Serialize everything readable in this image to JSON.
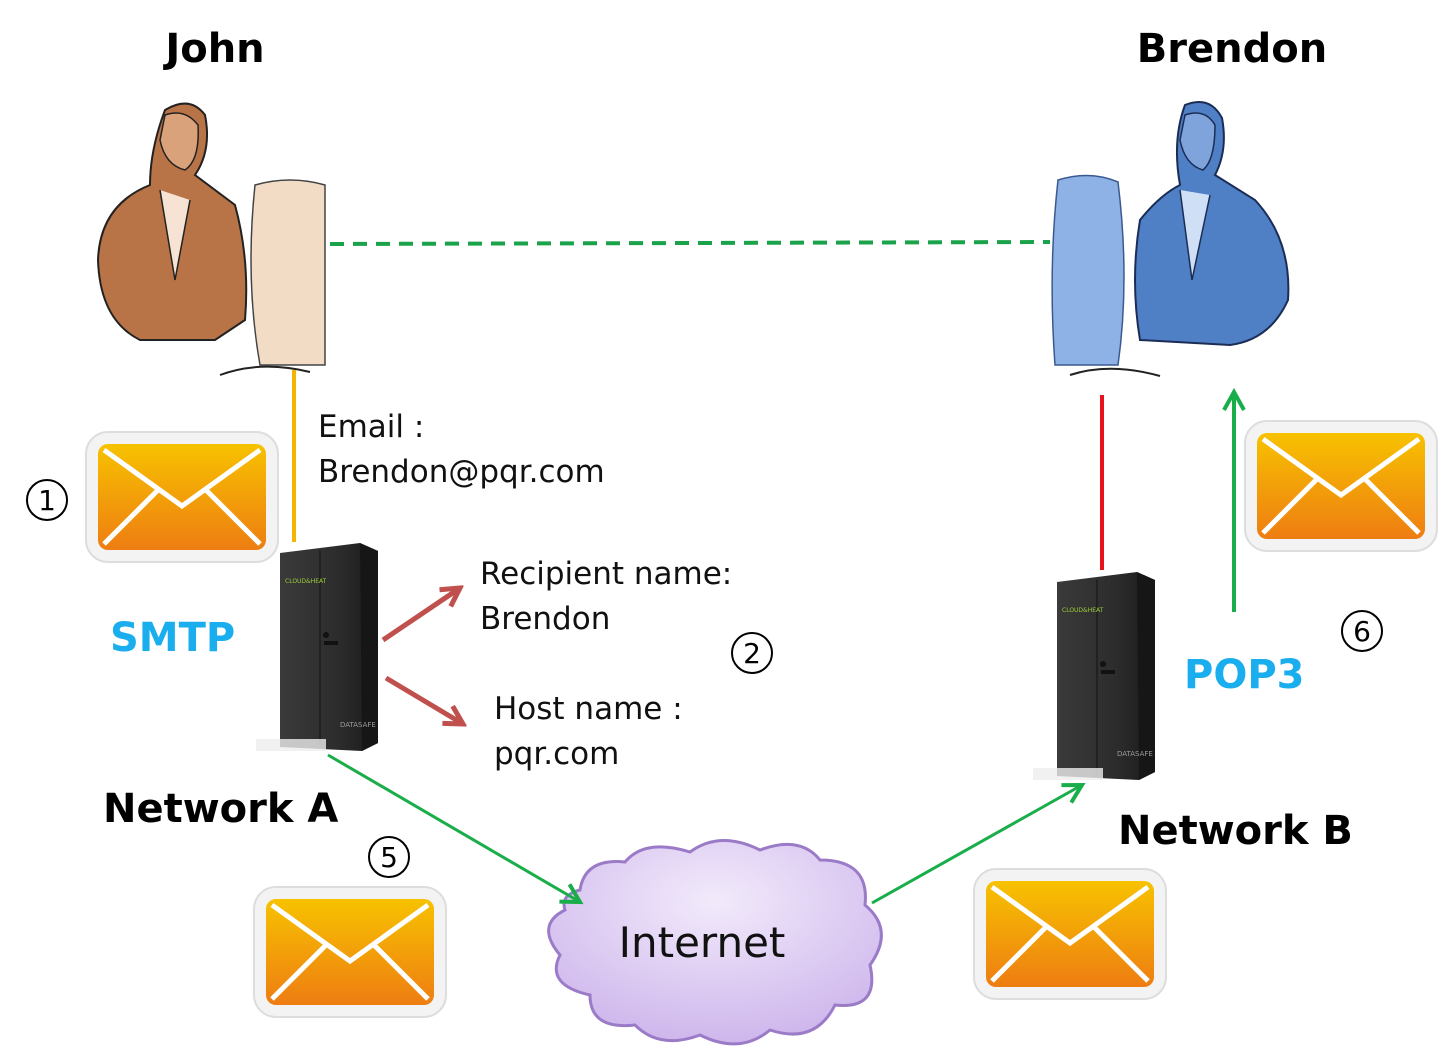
{
  "sender": {
    "name": "John",
    "color": "#b5784a"
  },
  "recipient": {
    "name": "Brendon",
    "color": "#5a86c9"
  },
  "email_label": "Email :",
  "email_address": "Brendon@pqr.com",
  "recipient_label": "Recipient name:",
  "recipient_value": "Brendon",
  "host_label": "Host name :",
  "host_value": "pqr.com",
  "steps": [
    "①",
    "②",
    "⑤",
    "⑥"
  ],
  "protocols": {
    "send": "SMTP",
    "receive": "POP3",
    "color": "#1aaeee"
  },
  "networks": {
    "a": "Network A",
    "b": "Network B"
  },
  "cloud_label": "Internet",
  "server_logo": "CLOUD&HEAT",
  "server_badge": "DATASAFE",
  "colors": {
    "dashed_link": "#1aa34a",
    "smtp_line": "#f5b400",
    "pop_line": "#e8141b",
    "arrow_red": "#c0504d",
    "arrow_green": "#1aae4b",
    "envelope": "#f39c12",
    "cloud_fill": "#dccaf0"
  }
}
